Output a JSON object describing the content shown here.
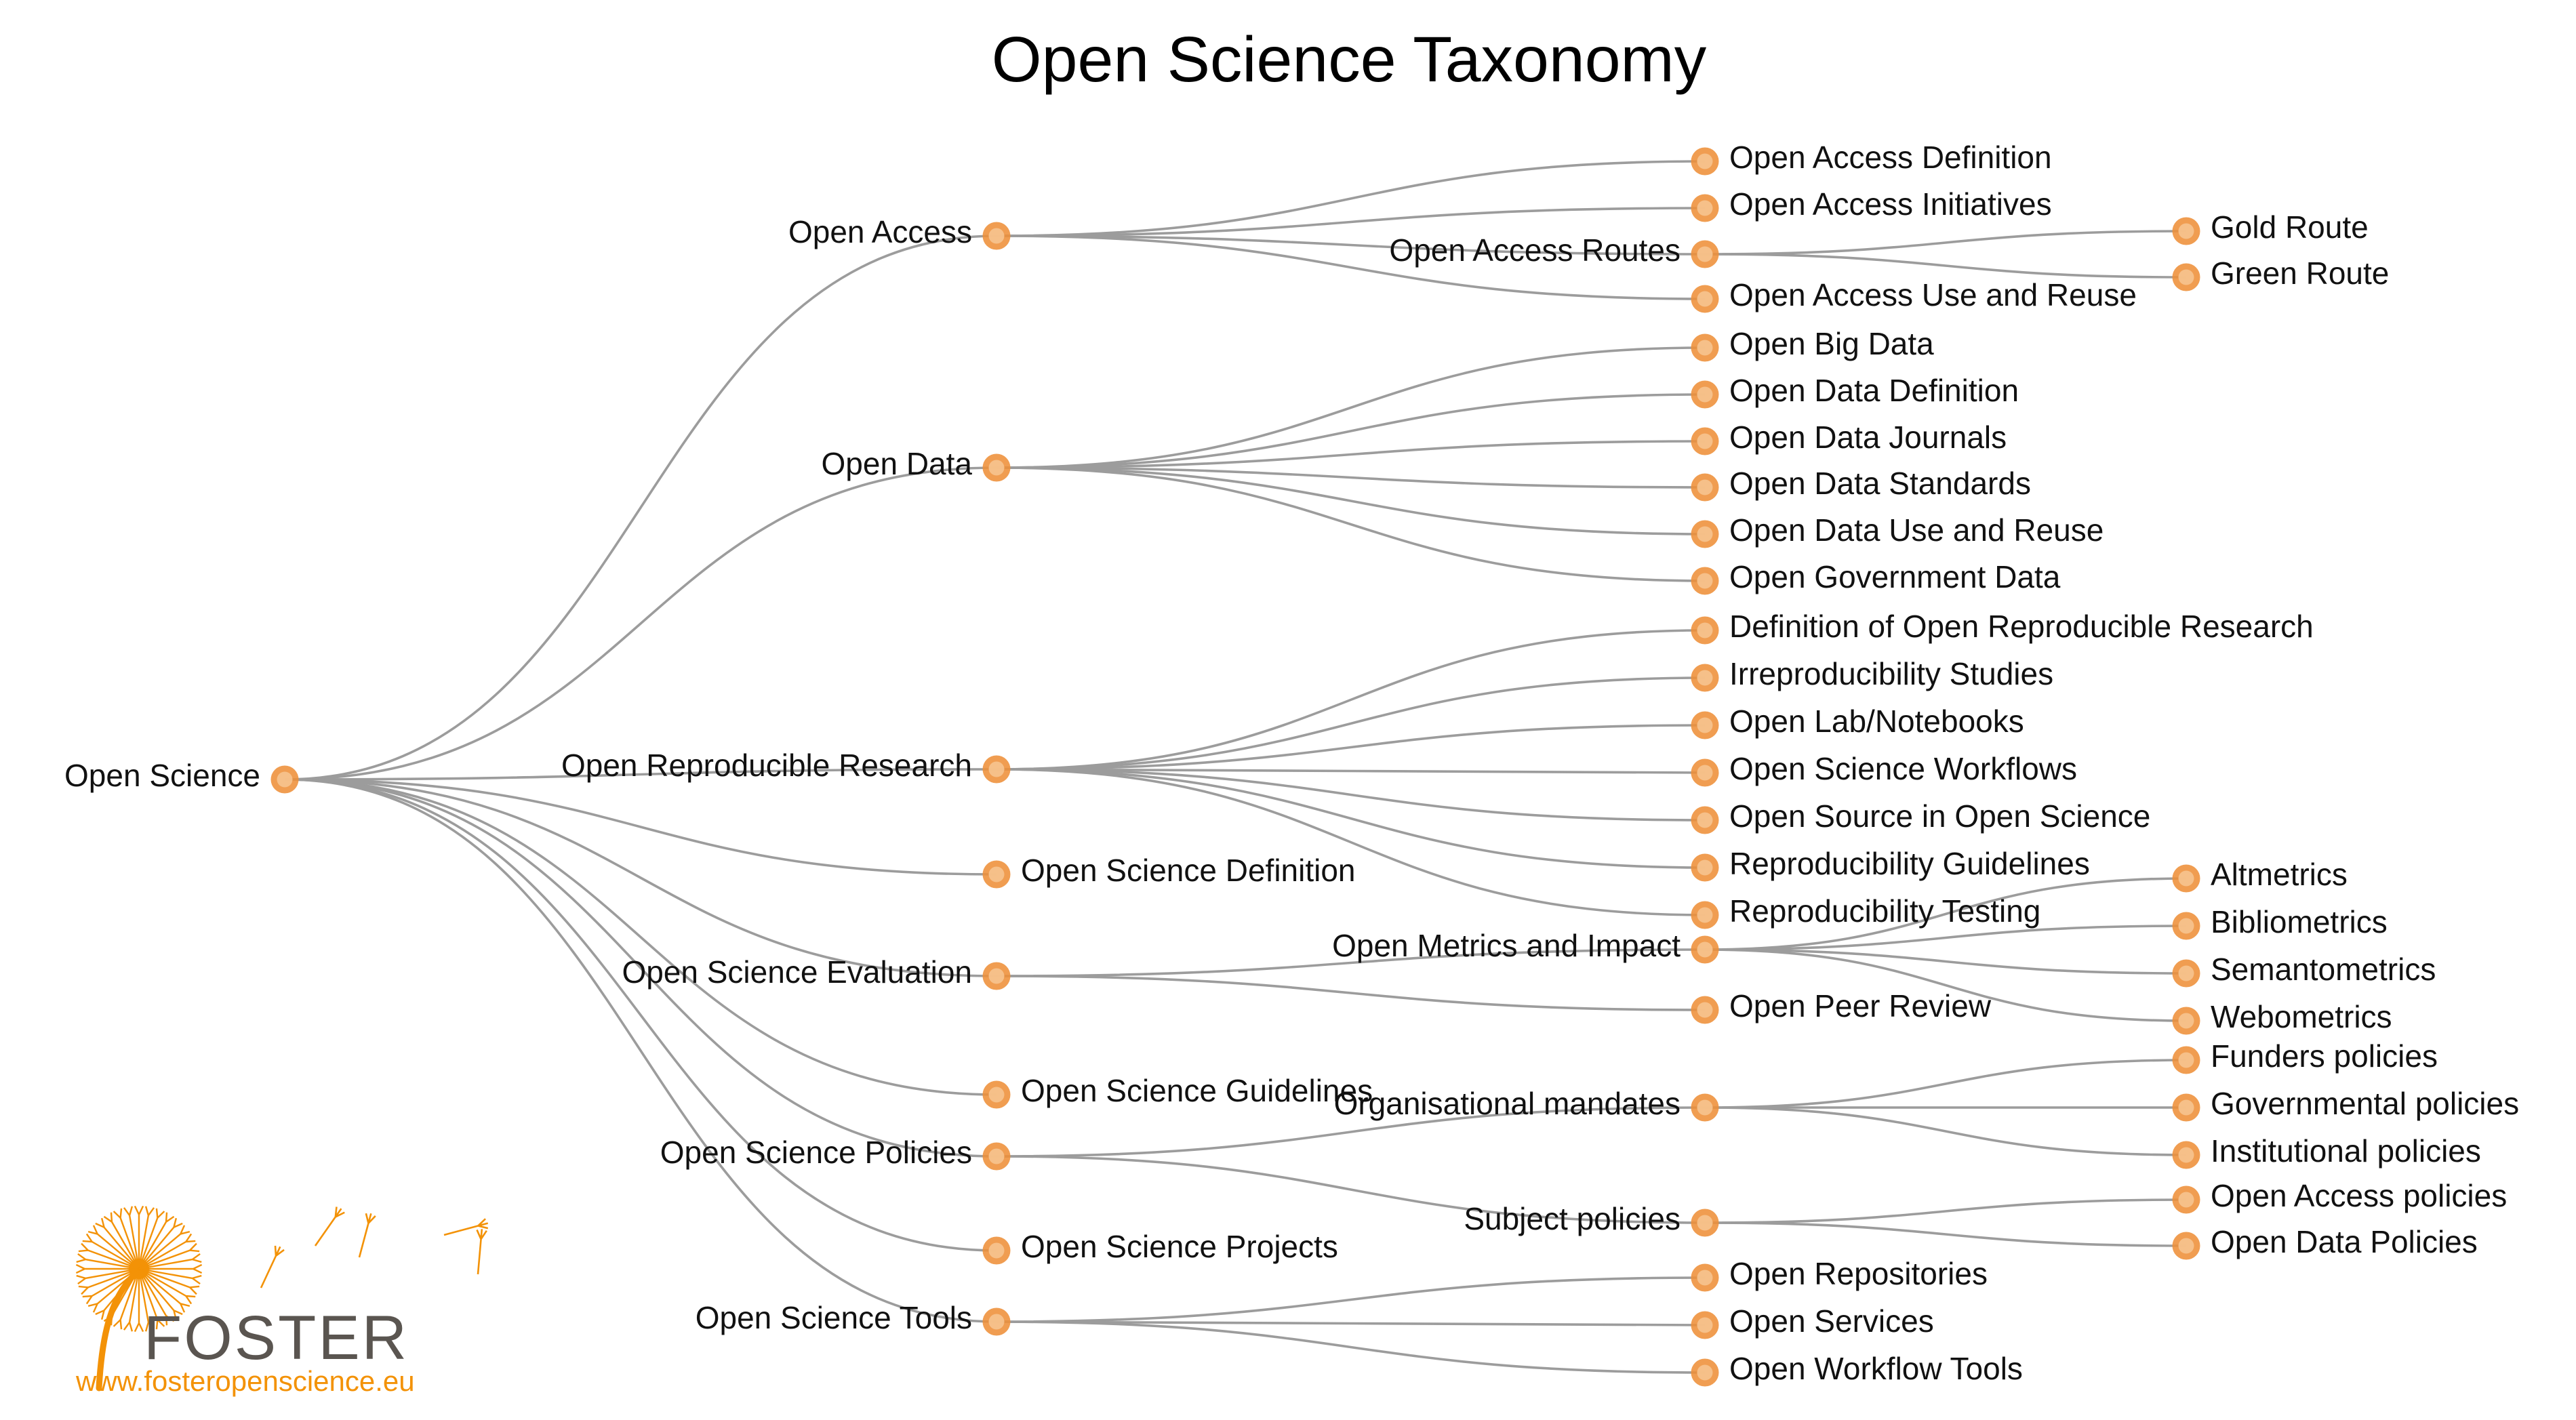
{
  "title": "Open Science Taxonomy",
  "logo": {
    "name": "FOSTER",
    "url": "www.fosteropenscience.eu"
  },
  "colors": {
    "node_outer": "#ee9039",
    "node_inner": "#f6c28c",
    "link": "#9c9c9c",
    "text": "#111111",
    "logo_gray": "#5a5550",
    "logo_orange": "#f39207"
  },
  "tree": {
    "name": "Open Science",
    "children": [
      {
        "name": "Open Access",
        "children": [
          {
            "name": "Open Access Definition"
          },
          {
            "name": "Open Access Initiatives"
          },
          {
            "name": "Open Access Routes",
            "children": [
              {
                "name": "Gold Route"
              },
              {
                "name": "Green Route"
              }
            ]
          },
          {
            "name": "Open Access Use and Reuse"
          }
        ]
      },
      {
        "name": "Open Data",
        "children": [
          {
            "name": "Open Big Data"
          },
          {
            "name": "Open Data Definition"
          },
          {
            "name": "Open Data Journals"
          },
          {
            "name": "Open Data Standards"
          },
          {
            "name": "Open Data Use and Reuse"
          },
          {
            "name": "Open Government Data"
          }
        ]
      },
      {
        "name": "Open Reproducible Research",
        "children": [
          {
            "name": "Definition of Open Reproducible Research"
          },
          {
            "name": "Irreproducibility Studies"
          },
          {
            "name": "Open Lab/Notebooks"
          },
          {
            "name": "Open Science Workflows"
          },
          {
            "name": "Open Source in Open Science"
          },
          {
            "name": "Reproducibility Guidelines"
          },
          {
            "name": "Reproducibility Testing"
          }
        ]
      },
      {
        "name": "Open Science Definition"
      },
      {
        "name": "Open Science Evaluation",
        "children": [
          {
            "name": "Open Metrics and Impact",
            "children": [
              {
                "name": "Altmetrics"
              },
              {
                "name": "Bibliometrics"
              },
              {
                "name": "Semantometrics"
              },
              {
                "name": "Webometrics"
              }
            ]
          },
          {
            "name": "Open Peer Review"
          }
        ]
      },
      {
        "name": "Open Science Guidelines"
      },
      {
        "name": "Open Science Policies",
        "children": [
          {
            "name": "Organisational mandates",
            "children": [
              {
                "name": "Funders policies"
              },
              {
                "name": "Governmental policies"
              },
              {
                "name": "Institutional policies"
              }
            ]
          },
          {
            "name": "Subject policies",
            "children": [
              {
                "name": "Open Access policies"
              },
              {
                "name": "Open Data Policies"
              }
            ]
          }
        ]
      },
      {
        "name": "Open Science Projects"
      },
      {
        "name": "Open Science Tools",
        "children": [
          {
            "name": "Open Repositories"
          },
          {
            "name": "Open Services"
          },
          {
            "name": "Open Workflow Tools"
          }
        ]
      }
    ]
  }
}
